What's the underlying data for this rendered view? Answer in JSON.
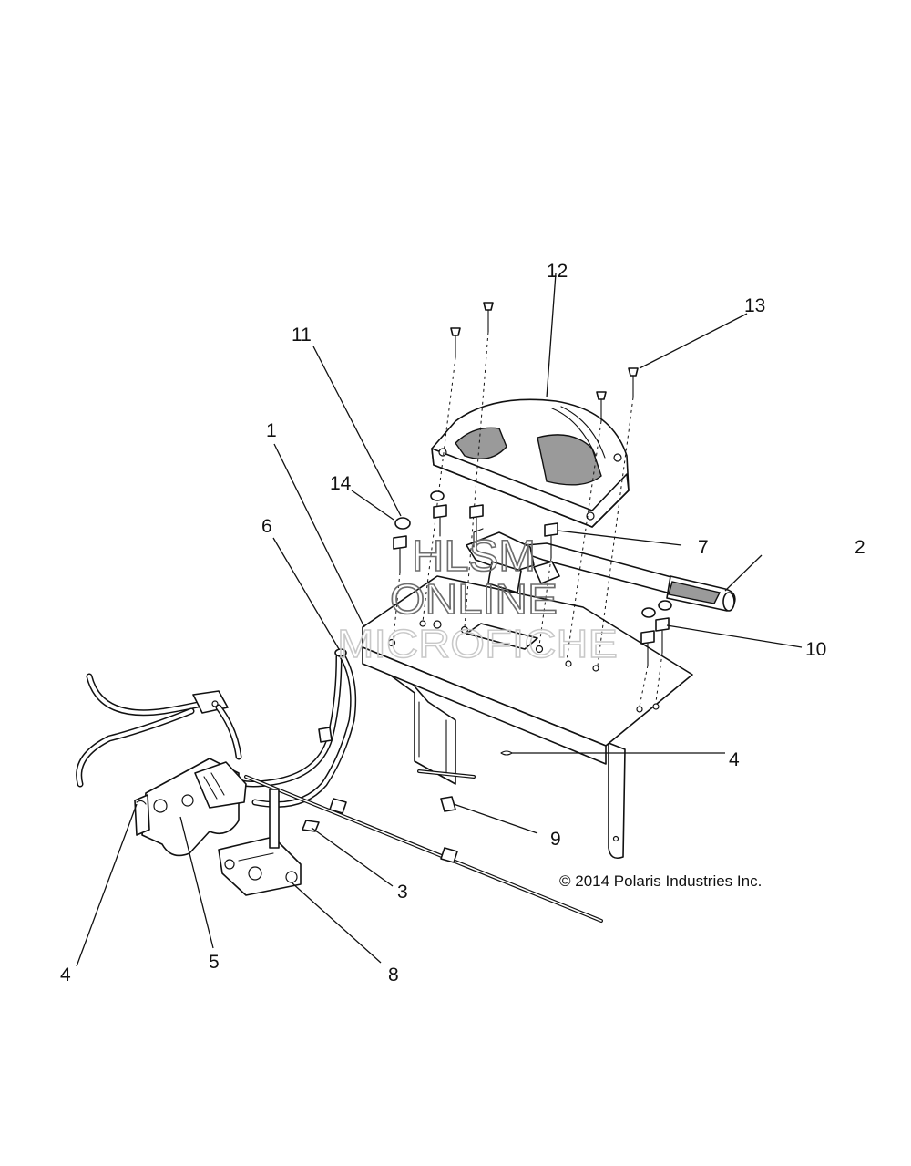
{
  "callouts": [
    {
      "id": "c1",
      "label": "1"
    },
    {
      "id": "c2",
      "label": "2"
    },
    {
      "id": "c3",
      "label": "3"
    },
    {
      "id": "c4a",
      "label": "4"
    },
    {
      "id": "c4b",
      "label": "4"
    },
    {
      "id": "c5",
      "label": "5"
    },
    {
      "id": "c6",
      "label": "6"
    },
    {
      "id": "c7",
      "label": "7"
    },
    {
      "id": "c8",
      "label": "8"
    },
    {
      "id": "c9",
      "label": "9"
    },
    {
      "id": "c10",
      "label": "10"
    },
    {
      "id": "c11",
      "label": "11"
    },
    {
      "id": "c12",
      "label": "12"
    },
    {
      "id": "c13",
      "label": "13"
    },
    {
      "id": "c14",
      "label": "14"
    }
  ],
  "watermark": {
    "line1": "HLSM",
    "line2": "ONLINE",
    "line3": "MICROFICHE"
  },
  "copyright": "© 2014 Polaris Industries Inc."
}
